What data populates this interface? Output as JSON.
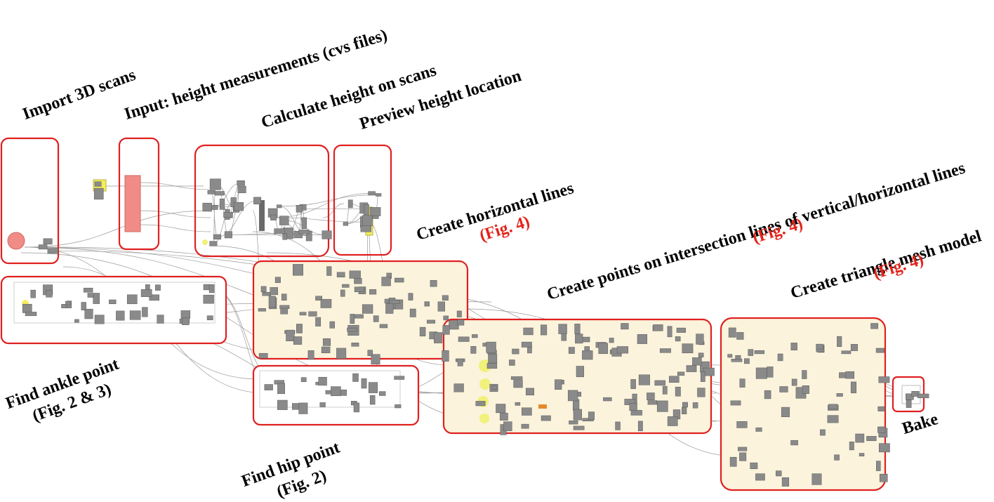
{
  "labels": {
    "import_scans": "Import 3D scans",
    "input_height": "Input: height measurements (cvs files)",
    "calc_height": "Calculate height on scans",
    "preview_height": "Preview height location",
    "create_horizontal": "Create horizontal lines",
    "create_horizontal_fig": "(Fig. 4)",
    "create_points": "Create points on intersection lines of vertical/horizontal lines",
    "create_points_fig": "(Fig. 4)",
    "create_mesh": "Create triangle mesh model",
    "create_mesh_fig": "(Fig. 4)",
    "find_ankle": "Find ankle point",
    "find_ankle_fig": "(Fig. 2 & 3)",
    "find_hip": "Find hip point",
    "find_hip_fig": "(Fig. 2)",
    "bake": "Bake"
  },
  "colors": {
    "frame": "#e02020",
    "group_fill": "#fbf3dc",
    "node": "#8a8a8a",
    "wire": "#9a9a9a",
    "panel": "#f4ee5a",
    "param_pink": "#f08b86",
    "highlight": "#eef06a",
    "fig_red": "#e2231a"
  }
}
